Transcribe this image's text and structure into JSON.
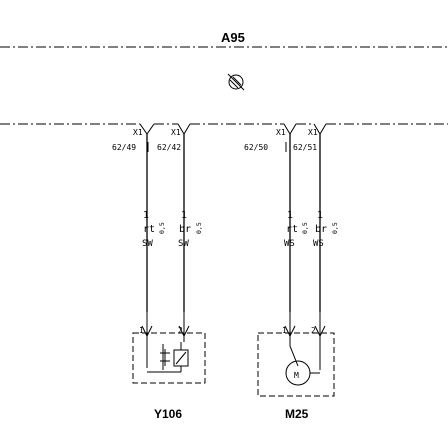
{
  "diagram": {
    "title": "A95",
    "connectors": {
      "c1": {
        "name": "X1",
        "pin": "62/49"
      },
      "c2": {
        "name": "X1",
        "pin": "62/42"
      },
      "c3": {
        "name": "X1",
        "pin": "62/50"
      },
      "c4": {
        "name": "X1",
        "pin": "62/51"
      }
    },
    "wires": {
      "w1": {
        "pin": "1",
        "color": "rt",
        "label": "SW",
        "gauge": "0,5"
      },
      "w2": {
        "pin": "1",
        "color": "br",
        "label": "SW",
        "gauge": "0,5"
      },
      "w3": {
        "pin": "1",
        "color": "rt",
        "label": "WS",
        "gauge": "0,5"
      },
      "w4": {
        "pin": "1",
        "color": "br",
        "label": "WS",
        "gauge": "0,5"
      }
    },
    "components": {
      "left": {
        "ref": "Y106",
        "pin_a": "1",
        "pin_b": "2"
      },
      "right": {
        "ref": "M25",
        "pin_a": "1",
        "pin_b": "2",
        "symbol": "M"
      }
    }
  }
}
